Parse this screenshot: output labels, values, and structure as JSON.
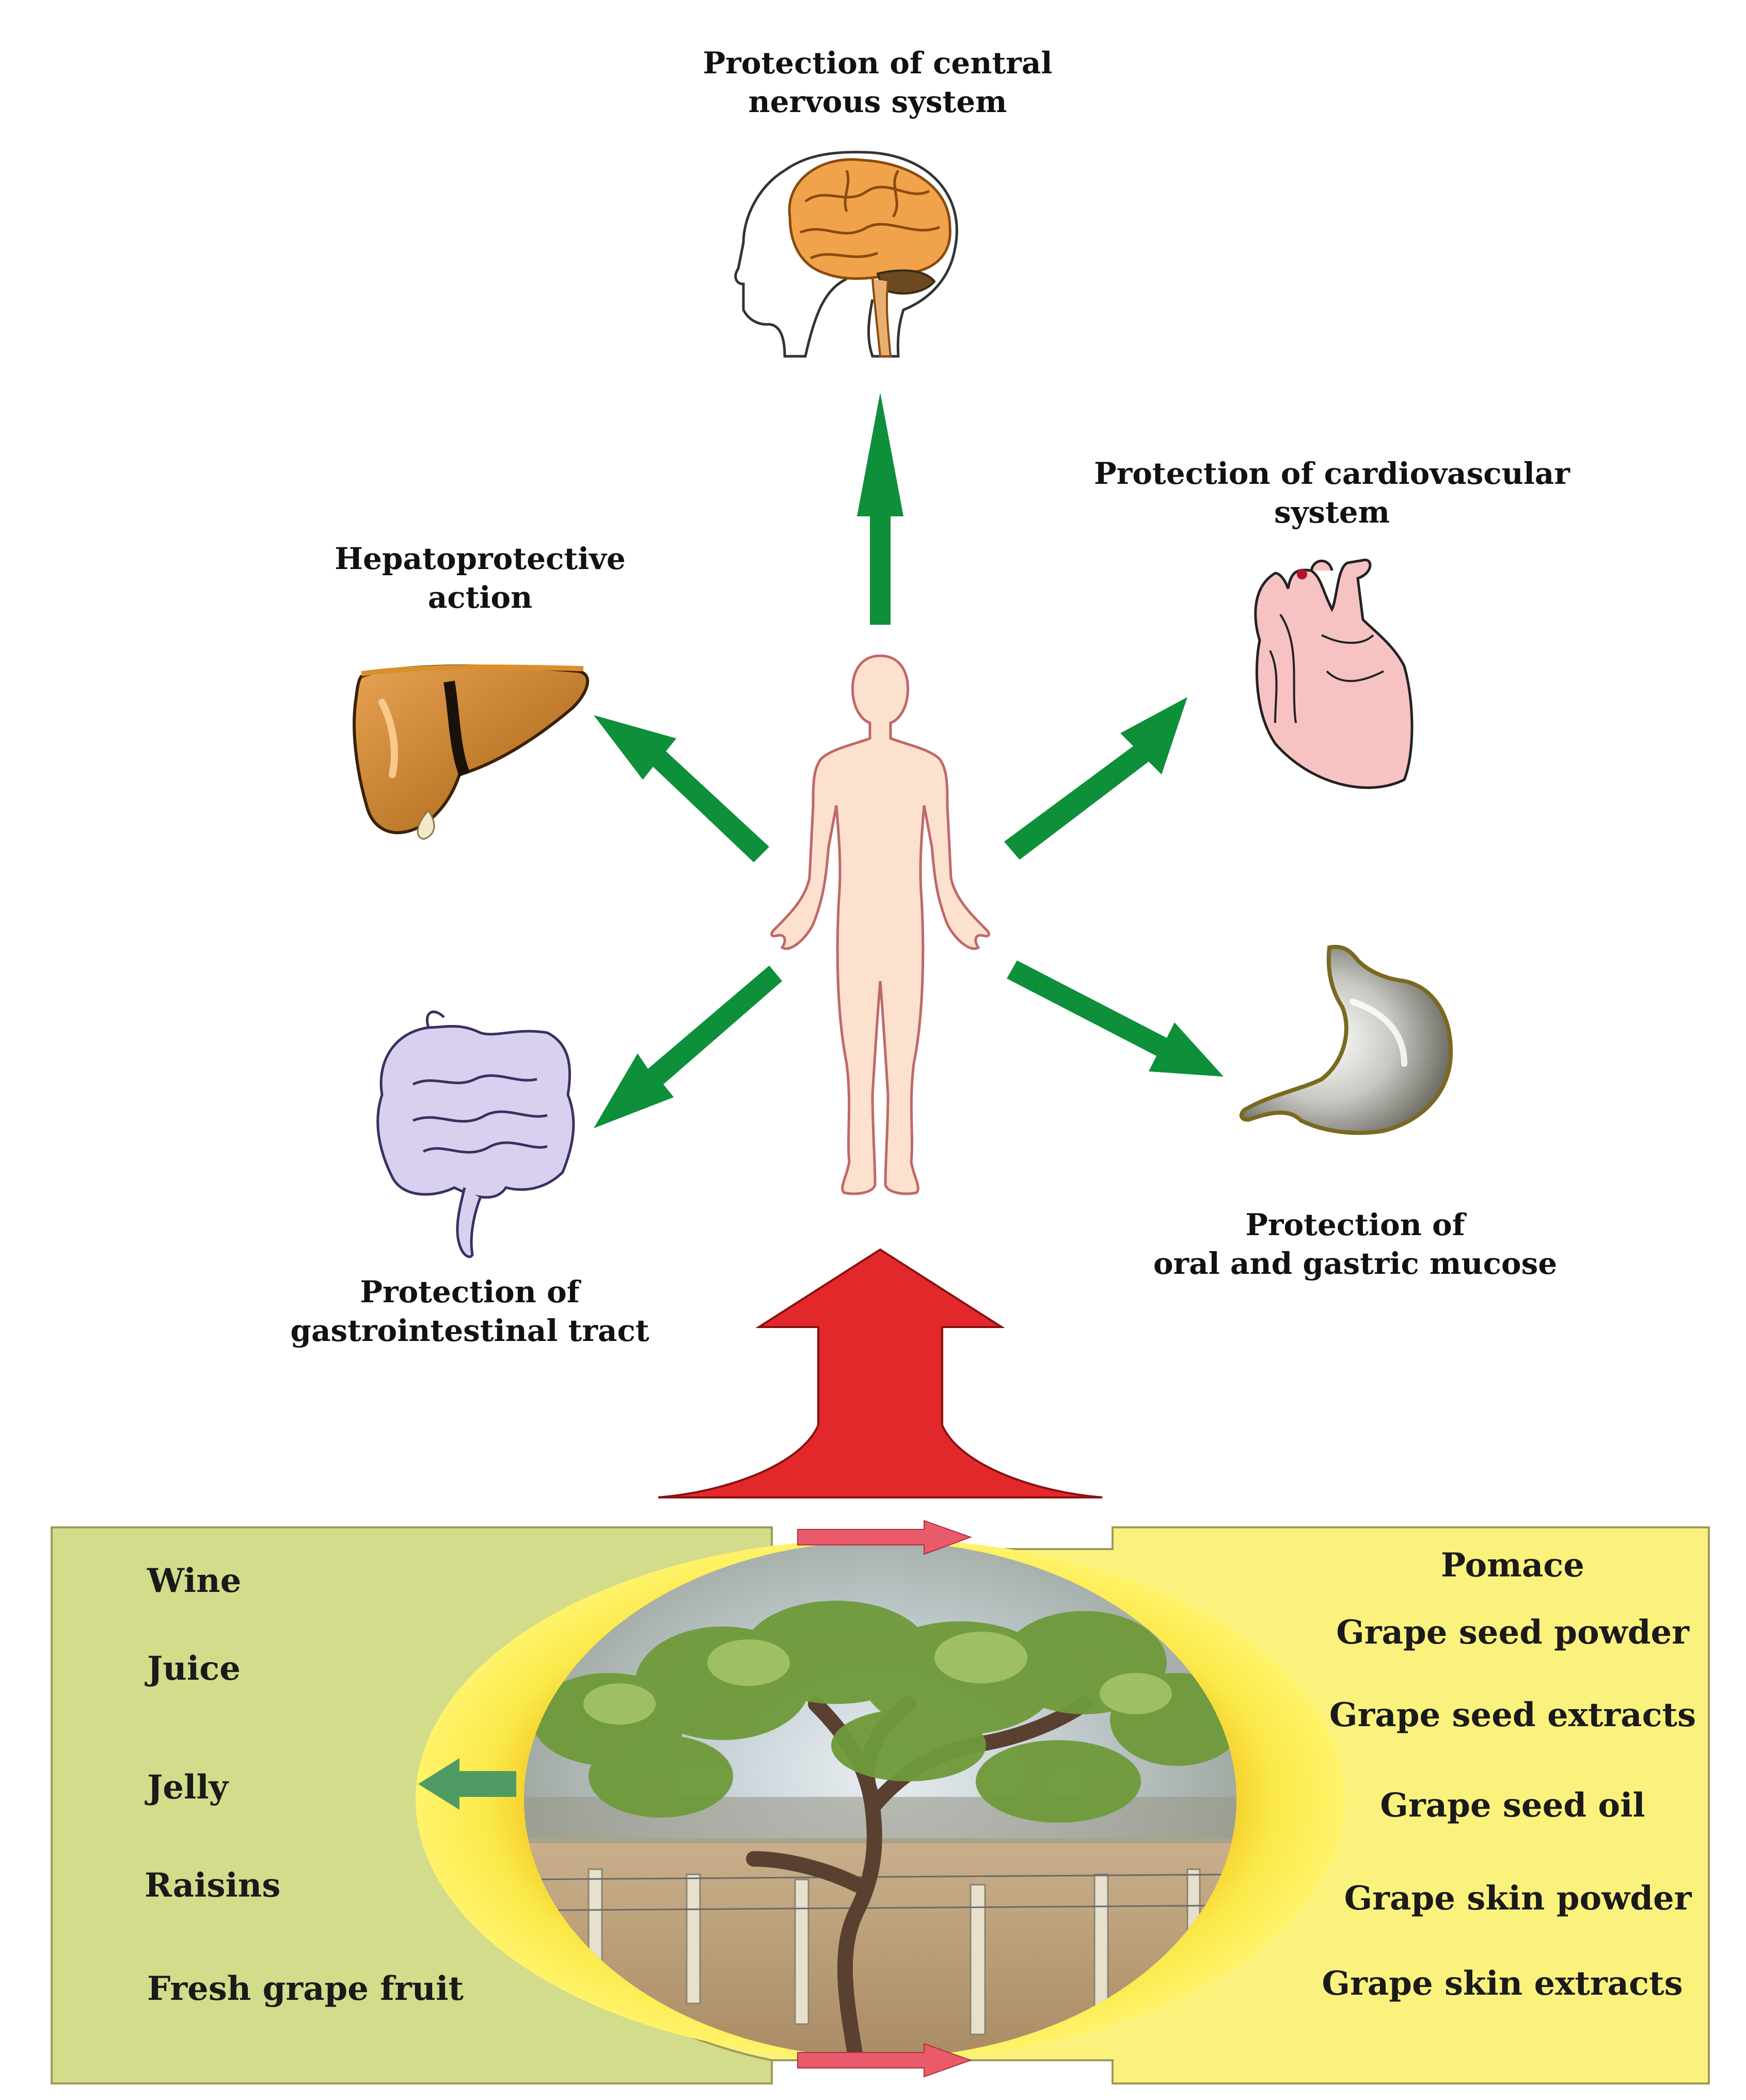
{
  "organs": {
    "cns": {
      "line1": "Protection of central",
      "line2": "nervous system",
      "icon": "brain-icon"
    },
    "cardiovascular": {
      "line1": "Protection of cardiovascular",
      "line2": "system",
      "icon": "heart-icon"
    },
    "liver": {
      "line1": "Hepatoprotective",
      "line2": "action",
      "icon": "liver-icon"
    },
    "gi": {
      "line1": "Protection of",
      "line2": "gastrointestinal tract",
      "icon": "intestine-icon"
    },
    "gastric": {
      "line1": "Protection of",
      "line2": "oral and gastric mucose",
      "icon": "stomach-icon"
    }
  },
  "center_icon": "human-body-icon",
  "left_products": [
    "Wine",
    "Juice",
    "Jelly",
    "Raisins",
    "Fresh grape fruit"
  ],
  "right_products": [
    "Pomace",
    "Grape seed powder",
    "Grape seed extracts",
    "Grape seed oil",
    "Grape skin powder",
    "Grape skin extracts"
  ],
  "vineyard_icon": "grapevine-photo-icon",
  "colors": {
    "green_arrow": "#0e8f3a",
    "red_arrow": "#e3282b",
    "pink_arrow": "#e95a6b",
    "left_panel": "#d2dc8a",
    "right_panel": "#fbf27e",
    "dark_green_arrow": "#4f9a63"
  }
}
